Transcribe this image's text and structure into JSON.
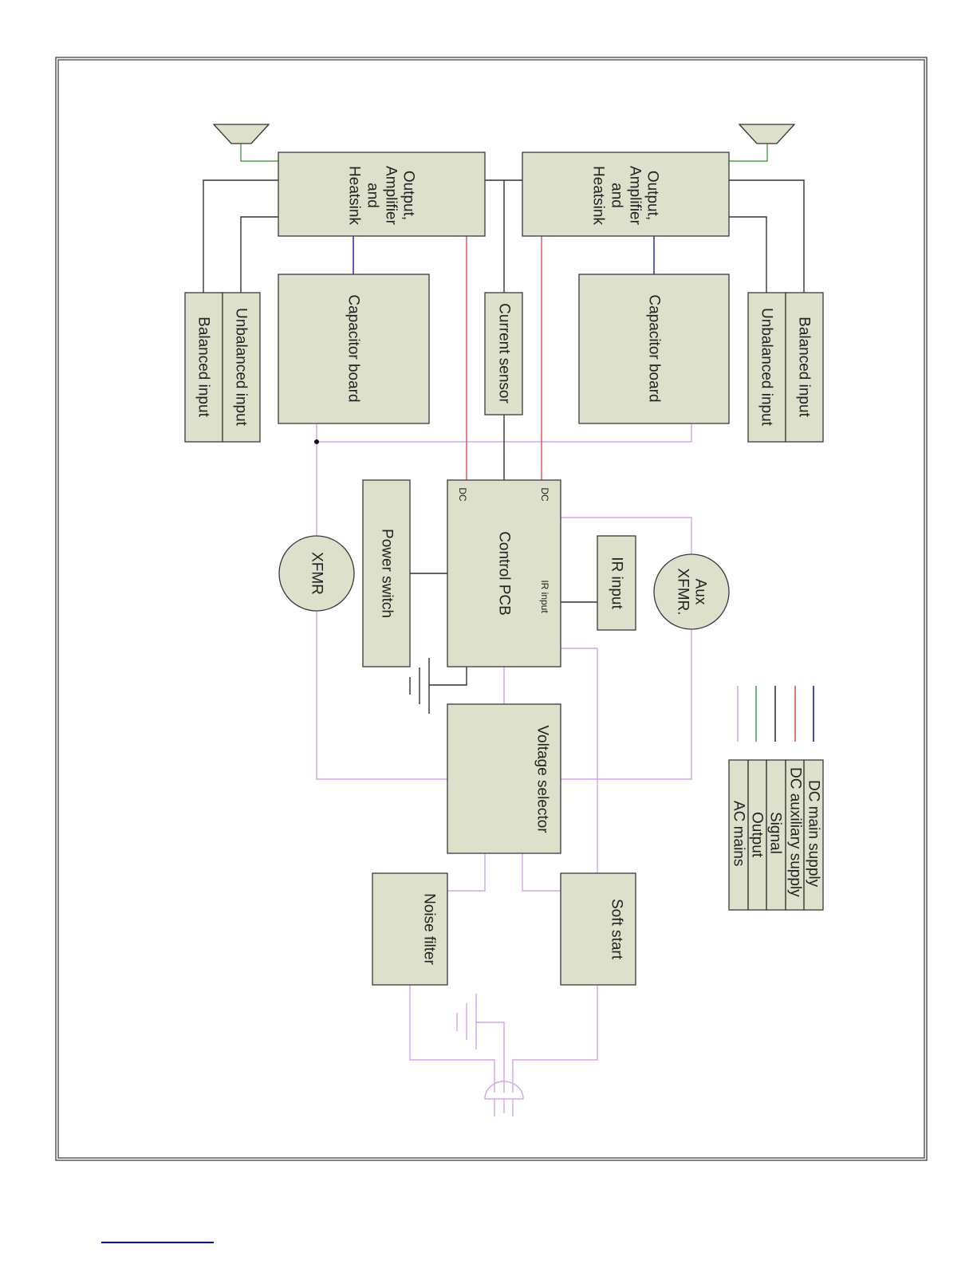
{
  "diagram": {
    "amplifier_left": [
      "Output,",
      "Amplifier",
      "and",
      "Heatsink"
    ],
    "amplifier_right": [
      "Output,",
      "Amplifier",
      "and",
      "Heatsink"
    ],
    "capacitor_left": "Capacitor board",
    "capacitor_right": "Capacitor board",
    "current_sensor": "Current sensor",
    "balanced_left": "Balanced input",
    "unbalanced_left": "Unbalanced input",
    "balanced_right": "Balanced input",
    "unbalanced_right": "Unbalanced input",
    "control_pcb": "Control PCB",
    "dc_left": "DC",
    "dc_right": "DC",
    "ir_input_port": "IR input",
    "ir_input": "IR input",
    "power_switch": "Power switch",
    "xfmr": "XFMR",
    "aux_xfmr": [
      "Aux",
      "XFMR."
    ],
    "voltage_selector": "Voltage selector",
    "noise_filter": "Noise filter",
    "soft_start": "Soft start"
  },
  "legend": {
    "items": [
      {
        "label": "DC main supply",
        "color": "#1a1ab0"
      },
      {
        "label": "DC auxiliary supply",
        "color": "#d9534f"
      },
      {
        "label": "Signal",
        "color": "#333333"
      },
      {
        "label": "Output",
        "color": "#4ea04e"
      },
      {
        "label": "AC mains",
        "color": "#d4a6ee"
      }
    ]
  }
}
